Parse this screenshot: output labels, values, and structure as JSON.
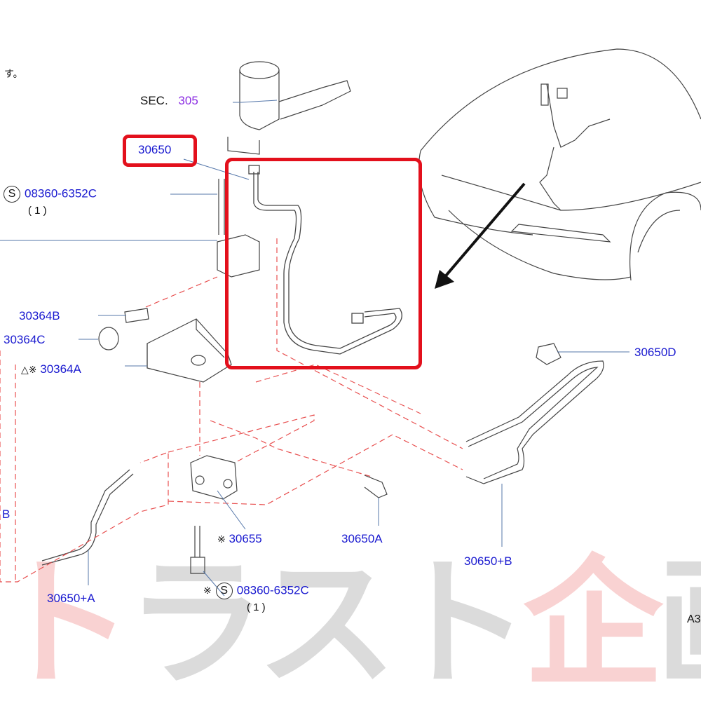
{
  "note_text": "す。",
  "section": {
    "prefix": "SEC.",
    "number": "305"
  },
  "parts": {
    "p30650": "30650",
    "bolt_top": {
      "symbol": "S",
      "code": "08360-6352C",
      "qty": "( 1 )"
    },
    "p30364B": "30364B",
    "p30364C": "30364C",
    "p30364A": {
      "marks": "△※",
      "code": "30364A"
    },
    "p30650D": "30650D",
    "pB": "B",
    "p30655": {
      "mark": "※",
      "code": "30655"
    },
    "p30650A": "30650A",
    "p30650plusB": "30650+B",
    "p30650plusA": "30650+A",
    "bolt_bottom": {
      "mark": "※",
      "symbol": "S",
      "code": "08360-6352C",
      "qty": "( 1 )"
    },
    "page_ref": "A3"
  },
  "watermark": "トラスト企画",
  "colors": {
    "highlight": "#e3101c",
    "label": "#1a1ad0",
    "section": "#8a2be2",
    "dashed": "#e85050"
  }
}
